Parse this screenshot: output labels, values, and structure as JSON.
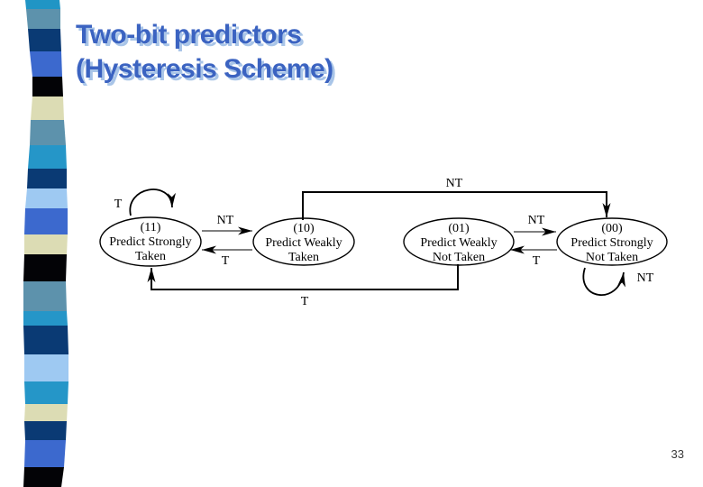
{
  "title": {
    "line1": "Two-bit predictors",
    "line2": "(Hysteresis Scheme)"
  },
  "page_number": "33",
  "colors": {
    "background": "#ffffff",
    "title_text": "#3b63c1",
    "title_shadow": "#a9c5e8",
    "diagram_stroke": "#000000",
    "page_number_text": "#383838"
  },
  "ribbon": {
    "colors": {
      "cyan": "#2095c5",
      "steel": "#5d92ac",
      "navy": "#0a3a74",
      "blue": "#3c69ce",
      "black": "#030306",
      "cream": "#dcdcb4",
      "teal": "#2596c8",
      "lightblue": "#9ec9f2"
    }
  },
  "diagram": {
    "states": [
      {
        "code": "(11)",
        "name1": "Predict Strongly",
        "name2": "Taken"
      },
      {
        "code": "(10)",
        "name1": "Predict Weakly",
        "name2": "Taken"
      },
      {
        "code": "(01)",
        "name1": "Predict Weakly",
        "name2": "Not Taken"
      },
      {
        "code": "(00)",
        "name1": "Predict Strongly",
        "name2": "Not Taken"
      }
    ],
    "labels": {
      "self_11": "T",
      "nt_11_to_10": "NT",
      "t_10_to_11": "T",
      "nt_10_to_00": "NT",
      "nt_01_to_00": "NT",
      "t_00_to_01": "T",
      "t_01_to_11": "T",
      "self_00": "NT"
    }
  }
}
